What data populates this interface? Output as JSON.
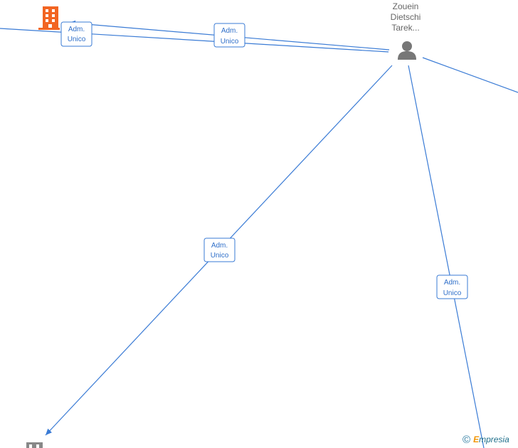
{
  "nodes": {
    "person": {
      "name_lines": [
        "Zouein",
        "Dietschi",
        "Tarek..."
      ],
      "icon": "person-icon",
      "color": "#777777"
    },
    "company_top": {
      "icon": "building-icon",
      "color": "#f26522"
    },
    "company_bottom_left": {
      "icon": "building-icon",
      "color": "#888888"
    }
  },
  "edges": [
    {
      "id": "edge-person-company-top",
      "label_line1": "Adm.",
      "label_line2": "Unico"
    },
    {
      "id": "edge-offscreen-left-person",
      "label_line1": "Adm.",
      "label_line2": "Unico"
    },
    {
      "id": "edge-person-company-bottom-left",
      "label_line1": "Adm.",
      "label_line2": "Unico"
    },
    {
      "id": "edge-person-offscreen-bottom",
      "label_line1": "Adm.",
      "label_line2": "Unico"
    },
    {
      "id": "edge-person-offscreen-right",
      "label_line1": "",
      "label_line2": ""
    }
  ],
  "colors": {
    "edge": "#3a7bd5",
    "label_border": "#3a7bd5",
    "label_text": "#2f6fc9"
  },
  "watermark": {
    "copyright": "©",
    "brand_initial": "E",
    "brand_rest": "mpresia"
  }
}
